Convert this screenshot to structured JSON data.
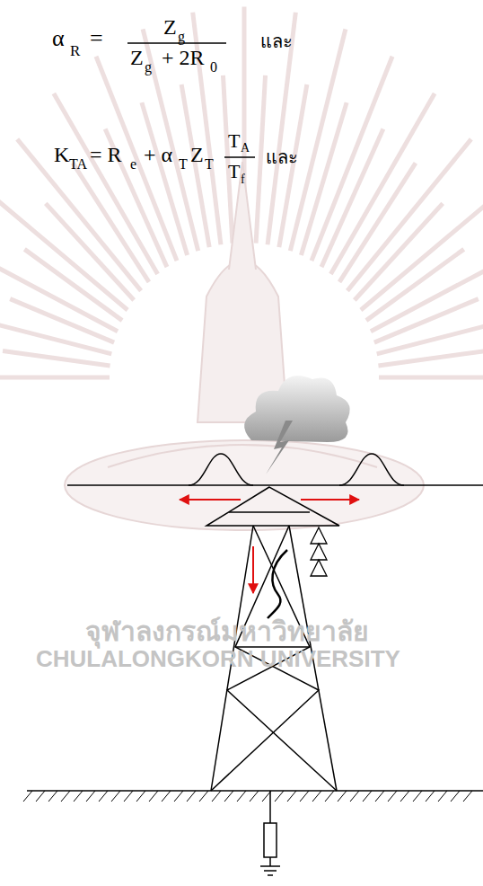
{
  "diagram": {
    "labels": [
      "α",
      "R",
      "=",
      "Z",
      "g",
      "Z",
      "g",
      "+ 2R",
      "0",
      "และ",
      "K",
      "TA",
      "= R",
      "e",
      "+ α",
      "T",
      "Z",
      "T",
      "T",
      "A",
      "T",
      "f",
      "และ",
      "จุฬาลงกรณ์มหาวิทยาลัย",
      "CHULALONGKORN UNIVERSITY"
    ]
  }
}
